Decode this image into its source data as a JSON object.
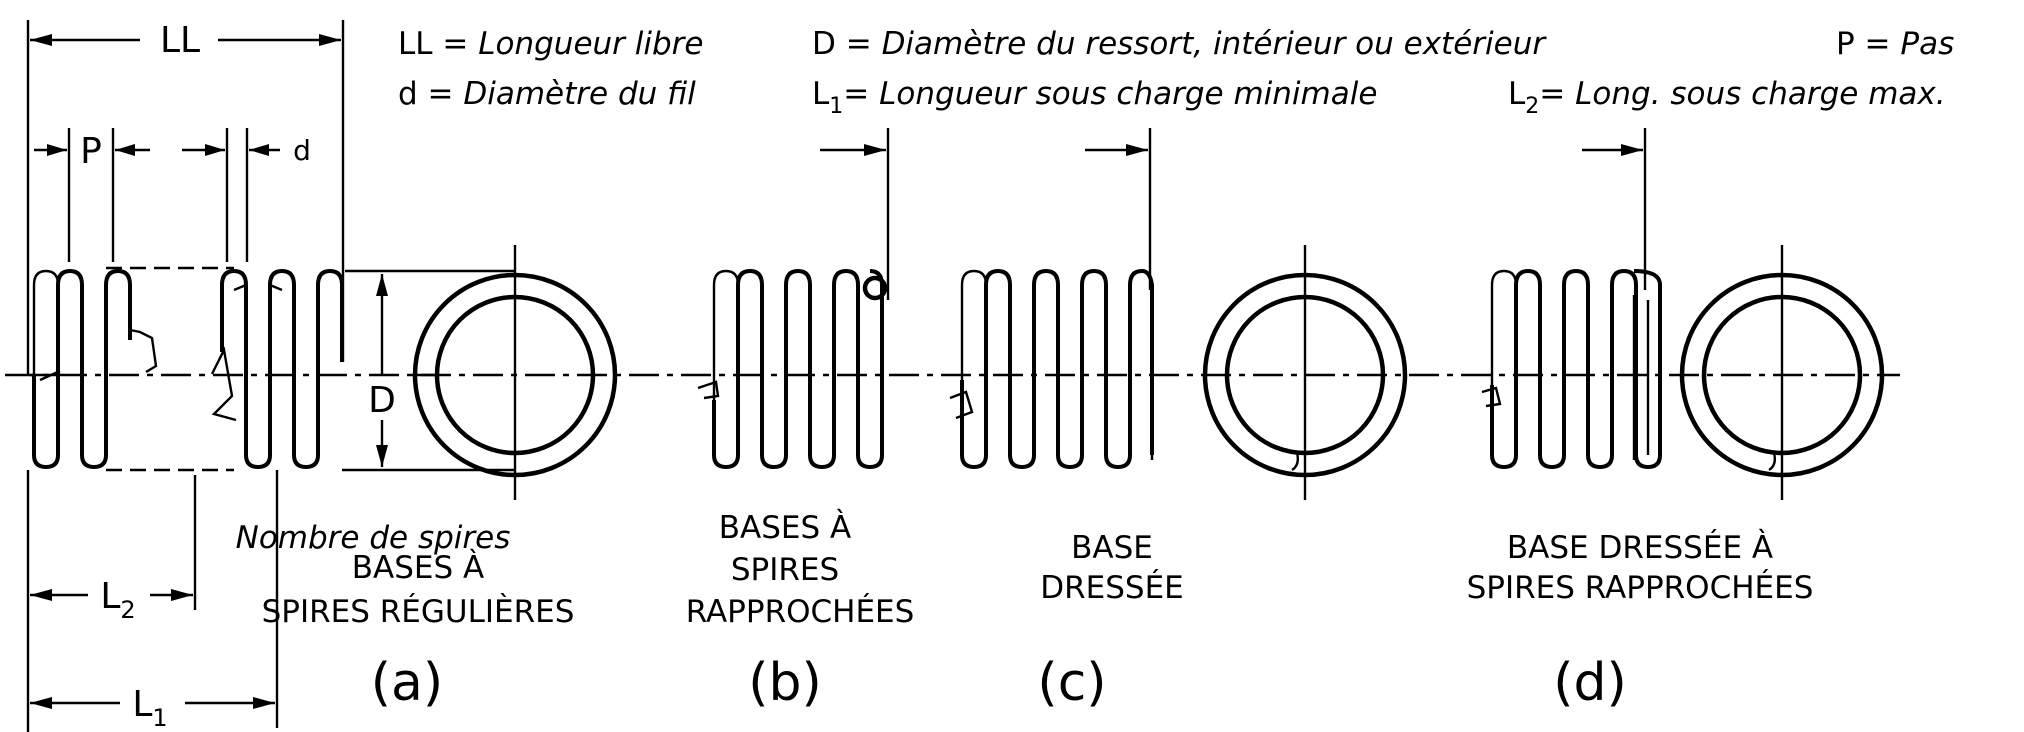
{
  "legend": {
    "ll_sym": "LL =",
    "ll_text": "Longueur libre",
    "d_sym": "d =",
    "d_text": "Diamètre du fil",
    "D_sym": "D =",
    "D_text": "Diamètre du ressort, intérieur ou extérieur",
    "L1_sym": "L",
    "L1_sub": "1",
    "L1_eq": "=",
    "L1_text": "Longueur sous charge minimale",
    "P_sym": "P =",
    "P_text": "Pas",
    "L2_sym": "L",
    "L2_sub": "2",
    "L2_eq": "=",
    "L2_text": "Long. sous charge max."
  },
  "dimensions": {
    "LL": "LL",
    "P": "P",
    "d": "d",
    "D": "D",
    "L2": "L",
    "L2_sub": "2",
    "L1": "L",
    "L1_sub": "1"
  },
  "captions": {
    "a_note": "Nombre de spires",
    "a_line1": "BASES À",
    "a_line2": "SPIRES RÉGULIÈRES",
    "a_letter": "(a)",
    "b_line1": "BASES À",
    "b_line2": "SPIRES",
    "b_line3": "RAPPROCHÉES",
    "b_letter": "(b)",
    "c_line1": "BASE",
    "c_line2": "DRESSÉE",
    "c_letter": "(c)",
    "d_line1": "BASE DRESSÉE À",
    "d_line2": "SPIRES RAPPROCHÉES",
    "d_letter": "(d)"
  }
}
